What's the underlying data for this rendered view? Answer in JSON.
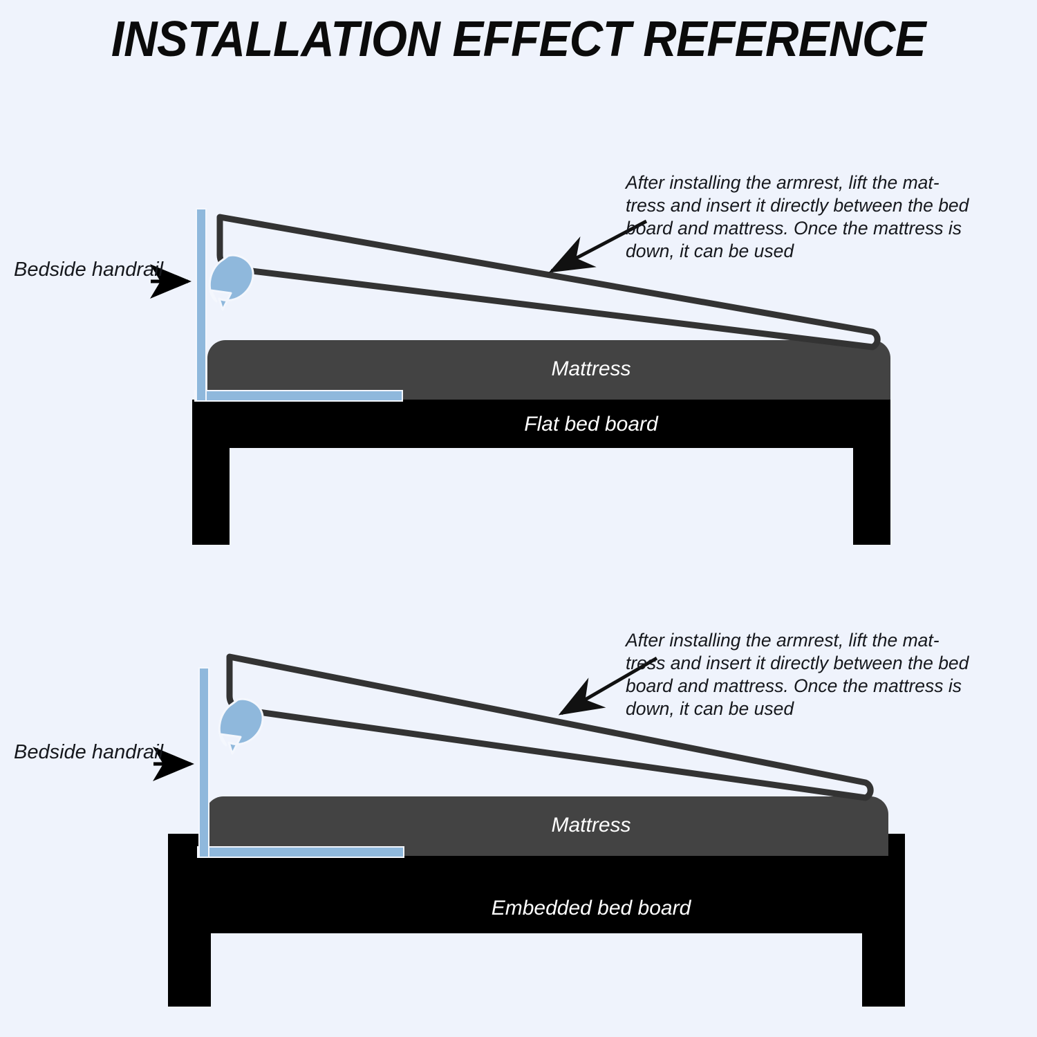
{
  "title": "INSTALLATION EFFECT REFERENCE",
  "colors": {
    "background": "#eff3fc",
    "mattress": "#434343",
    "bed_board": "#000000",
    "handrail_blue": "#8fb8dc",
    "armrest_outline": "#333333",
    "text_dark": "#16181d",
    "text_light": "#ffffff",
    "arrow_black": "#000000"
  },
  "panels": [
    {
      "id": "flat",
      "handrail_label": "Bedside handrail",
      "note": "After installing the armrest, lift the mat-\ntress and insert it directly between the bed\nboard and mattress. Once the mattress is\ndown, it can be used",
      "mattress_label": "Mattress",
      "board_label": "Flat bed board",
      "rotation_arrow": "fold-down-rotation-arrow",
      "pointer_arrow": "note-pointer-arrow",
      "handrail_pointer_arrow": "handrail-pointer-arrow"
    },
    {
      "id": "embedded",
      "handrail_label": "Bedside handrail",
      "note": "After installing the armrest, lift the mat-\ntress and insert it directly between the bed\nboard and mattress. Once the mattress is\ndown, it can be used",
      "mattress_label": "Mattress",
      "board_label": "Embedded bed board",
      "rotation_arrow": "fold-down-rotation-arrow",
      "pointer_arrow": "note-pointer-arrow",
      "handrail_pointer_arrow": "handrail-pointer-arrow"
    }
  ]
}
